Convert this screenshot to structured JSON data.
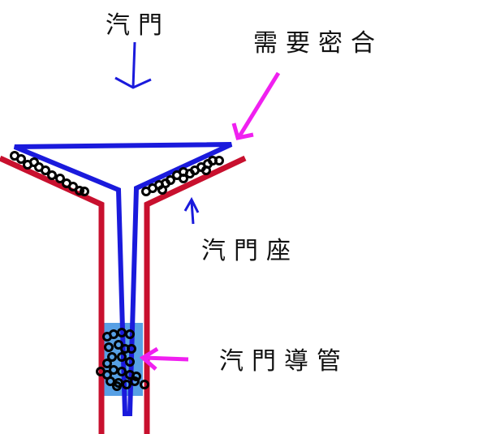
{
  "labels": {
    "valve": "汽門",
    "seal": "需要密合",
    "seat": "汽門座",
    "guide": "汽門導管"
  },
  "colors": {
    "valve": "#1a1adc",
    "head": "#c8102e",
    "arrow_magenta": "#f020f0",
    "guide_box": "#3a8fe0",
    "deposit": "#000000"
  }
}
